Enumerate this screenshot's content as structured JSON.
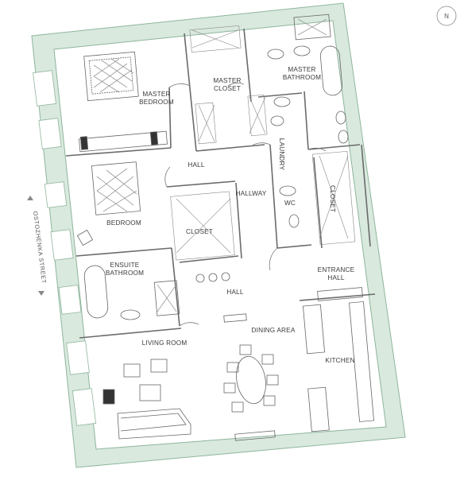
{
  "rooms": {
    "master_bedroom": [
      "MASTER",
      "BEDROOM"
    ],
    "master_closet": [
      "MASTER",
      "CLOSET"
    ],
    "master_bathroom": [
      "MASTER",
      "BATHROOM"
    ],
    "laundry": "LAUNDRY",
    "hall_upper": "HALL",
    "hallway": "HALLWAY",
    "bedroom": "BEDROOM",
    "closet_center": "CLOSET",
    "wc": "WC",
    "closet_right": "CLOSET",
    "ensuite_bathroom": [
      "ENSUITE",
      "BATHROOM"
    ],
    "entrance_hall": [
      "ENTRANCE",
      "HALL"
    ],
    "hall_lower": "HALL",
    "living_room": "LIVING ROOM",
    "dining_area": "DINING AREA",
    "kitchen": "KITCHEN"
  },
  "street_label": "OSTOZHENKA STREET",
  "compass_label": "N",
  "colors": {
    "wall_fill": "#d9e9de",
    "wall_stroke": "#8fb59c",
    "line": "#555555",
    "furniture": "#777777"
  }
}
